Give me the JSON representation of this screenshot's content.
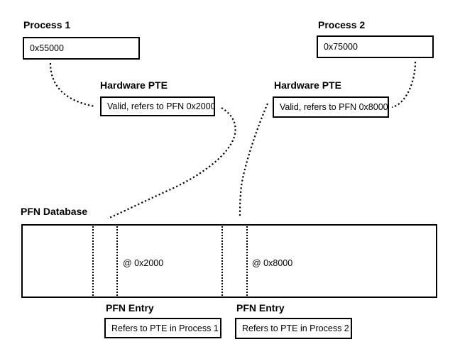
{
  "process1": {
    "label": "Process 1",
    "address": "0x55000"
  },
  "process2": {
    "label": "Process 2",
    "address": "0x75000"
  },
  "hardware_pte_1": {
    "label": "Hardware PTE",
    "value": "Valid, refers to PFN 0x2000"
  },
  "hardware_pte_2": {
    "label": "Hardware PTE",
    "value": "Valid, refers to PFN 0x8000"
  },
  "pfn_database": {
    "label": "PFN Database",
    "slot1_offset": "@ 0x2000",
    "slot2_offset": "@ 0x8000"
  },
  "pfn_entry_1": {
    "label": "PFN Entry",
    "value": "Refers to PTE in Process 1"
  },
  "pfn_entry_2": {
    "label": "PFN Entry",
    "value": "Refers to PTE in Process 2"
  },
  "colors": {
    "ink": "#000000",
    "background": "#ffffff"
  }
}
